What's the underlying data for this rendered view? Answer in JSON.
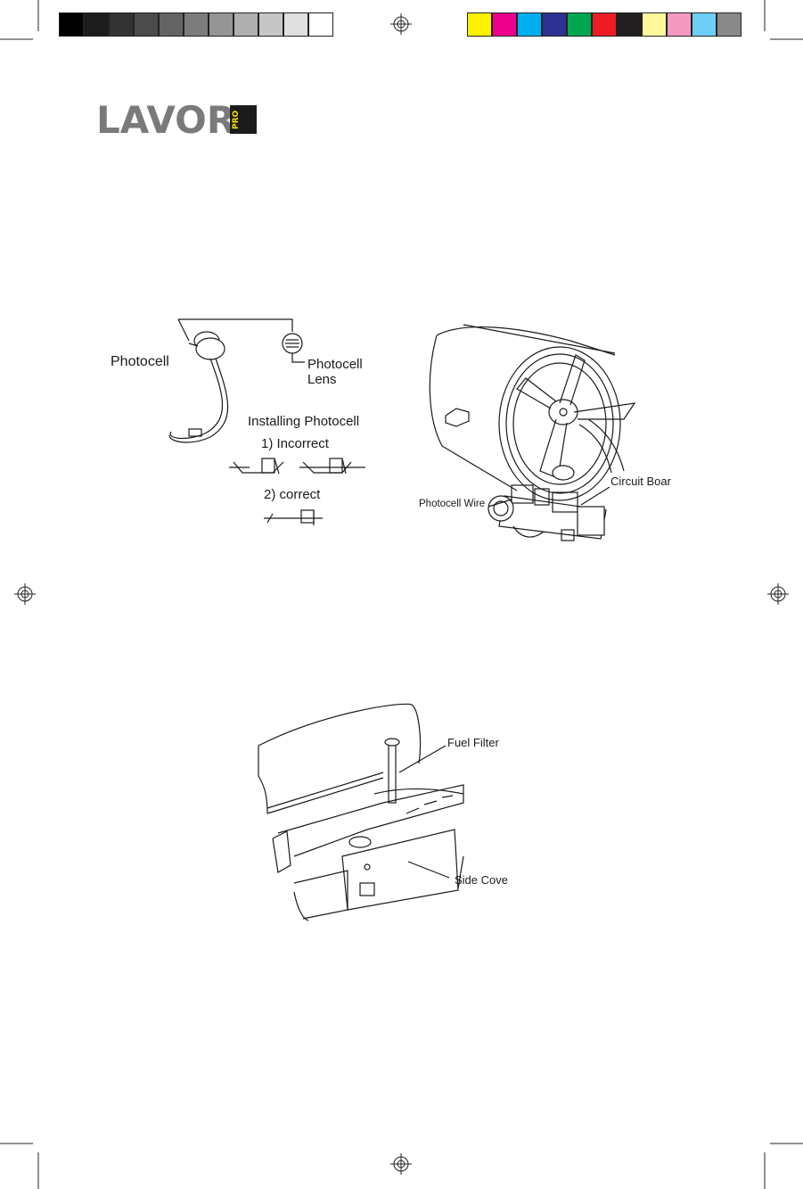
{
  "logo": {
    "brand": "LAVOR",
    "badge": "PRO"
  },
  "grayscale_bar": [
    "#000000",
    "#1c1c1c",
    "#333333",
    "#4b4b4b",
    "#636363",
    "#7c7c7c",
    "#959595",
    "#aeaeae",
    "#c6c6c6",
    "#dfdfdf",
    "#ffffff"
  ],
  "color_bar": [
    "#fff200",
    "#ec008c",
    "#00aeef",
    "#2e3192",
    "#00a651",
    "#ed1c24",
    "#231f20",
    "#fff799",
    "#f49ac1",
    "#6dcff6",
    "#898989"
  ],
  "figure1": {
    "photocell": "Photocell",
    "photocell_lens_1": "Photocell",
    "photocell_lens_2": "Lens",
    "installing": "Installing Photocell",
    "incorrect": "1) Incorrect",
    "correct": "2) correct"
  },
  "figure2": {
    "circuit_board": "Circuit Boar",
    "photocell_wire": "Photocell Wire"
  },
  "figure3": {
    "fuel_filter": "Fuel Filter",
    "side_cover": "Side Cove"
  }
}
